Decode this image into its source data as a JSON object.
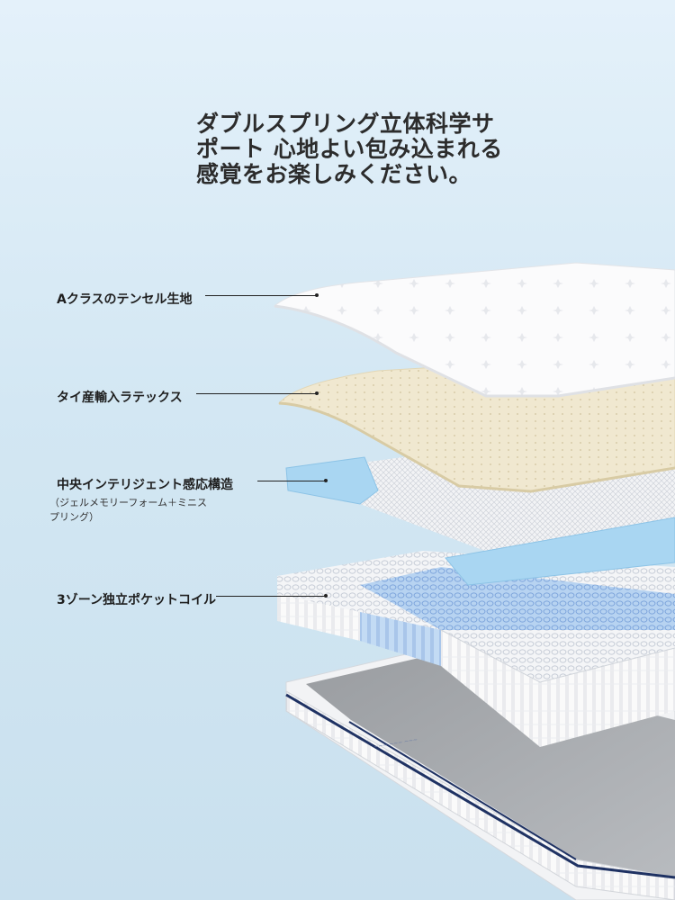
{
  "headline": {
    "line1": "ダブルスプリング立体科学サ",
    "line2": "ポート 心地よい包み込まれる",
    "line3": "感覚をお楽しみください。"
  },
  "layers": [
    {
      "label": "Aクラスのテンセル生地"
    },
    {
      "label": "タイ産輸入ラテックス"
    },
    {
      "label": "中央インテリジェント感応構造",
      "sublabel_line1": "（ジェルメモリーフォーム＋ミニス",
      "sublabel_line2": "プリング）"
    },
    {
      "label": "3ゾーン独立ポケットコイル"
    }
  ],
  "colors": {
    "background_top": "#e4f1fa",
    "background_bottom": "#c9e0ee",
    "fabric": "#f7f8fa",
    "latex": "#efe7cf",
    "gel": "#a9d6f2",
    "trim": "#1f3263"
  }
}
